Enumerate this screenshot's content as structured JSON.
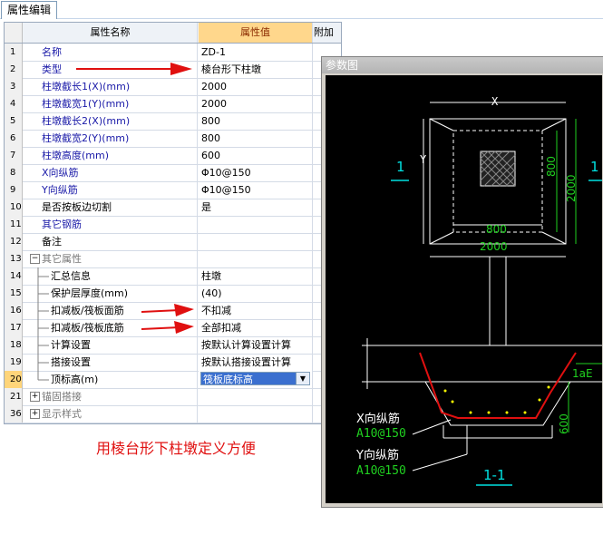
{
  "tab": {
    "label": "属性编辑"
  },
  "header": {
    "name": "属性名称",
    "value": "属性值",
    "extra": "附加"
  },
  "rows": [
    {
      "num": "1",
      "name": "名称",
      "value": "ZD-1",
      "color": "#1a1aa8"
    },
    {
      "num": "2",
      "name": "类型",
      "value": "棱台形下柱墩",
      "color": "#1a1aa8"
    },
    {
      "num": "3",
      "name": "柱墩截长1(X)(mm)",
      "value": "2000",
      "color": "#1a1aa8"
    },
    {
      "num": "4",
      "name": "柱墩截宽1(Y)(mm)",
      "value": "2000",
      "color": "#1a1aa8"
    },
    {
      "num": "5",
      "name": "柱墩截长2(X)(mm)",
      "value": "800",
      "color": "#1a1aa8"
    },
    {
      "num": "6",
      "name": "柱墩截宽2(Y)(mm)",
      "value": "800",
      "color": "#1a1aa8"
    },
    {
      "num": "7",
      "name": "柱墩高度(mm)",
      "value": "600",
      "color": "#1a1aa8"
    },
    {
      "num": "8",
      "name": "X向纵筋",
      "value": "Φ10@150",
      "color": "#1a1aa8"
    },
    {
      "num": "9",
      "name": "Y向纵筋",
      "value": "Φ10@150",
      "color": "#1a1aa8"
    },
    {
      "num": "10",
      "name": "是否按板边切割",
      "value": "是",
      "color": "#000000"
    },
    {
      "num": "11",
      "name": "其它钢筋",
      "value": "",
      "color": "#1a1aa8"
    },
    {
      "num": "12",
      "name": "备注",
      "value": "",
      "color": "#000000"
    },
    {
      "num": "13",
      "name": "其它属性",
      "value": "",
      "color": "#777777",
      "group": "−"
    },
    {
      "num": "14",
      "name": "汇总信息",
      "value": "柱墩",
      "color": "#000000",
      "child": true
    },
    {
      "num": "15",
      "name": "保护层厚度(mm)",
      "value": "(40)",
      "color": "#000000",
      "child": true
    },
    {
      "num": "16",
      "name": "扣减板/筏板面筋",
      "value": "不扣减",
      "color": "#000000",
      "child": true
    },
    {
      "num": "17",
      "name": "扣减板/筏板底筋",
      "value": "全部扣减",
      "color": "#000000",
      "child": true
    },
    {
      "num": "18",
      "name": "计算设置",
      "value": "按默认计算设置计算",
      "color": "#000000",
      "child": true
    },
    {
      "num": "19",
      "name": "搭接设置",
      "value": "按默认搭接设置计算",
      "color": "#000000",
      "child": true
    },
    {
      "num": "20",
      "name": "顶标高(m)",
      "value": "筏板底标高",
      "color": "#000000",
      "child": true,
      "selected": true
    },
    {
      "num": "21",
      "name": "锚固搭接",
      "value": "",
      "color": "#777777",
      "group": "+"
    },
    {
      "num": "36",
      "name": "显示样式",
      "value": "",
      "color": "#777777",
      "group": "+"
    }
  ],
  "caption": "用棱台形下柱墩定义方便",
  "panel": {
    "title": "参数图",
    "labels": {
      "x": "X",
      "y": "Y",
      "sec_left": "1",
      "sec_right": "1",
      "dim_800_right": "800",
      "dim_2000_right": "2000",
      "dim_800_bottom": "800",
      "dim_2000_bottom": "2000",
      "lae": "1aE",
      "dim_600": "600",
      "x_rebar": "X向纵筋",
      "x_rebar_val": "A10@150",
      "y_rebar": "Y向纵筋",
      "y_rebar_val": "A10@150",
      "section": "1-1"
    }
  },
  "colors": {
    "accent": "#ffd78c",
    "red": "#e01010",
    "cyan": "#00e0e0",
    "green": "#20d020"
  }
}
